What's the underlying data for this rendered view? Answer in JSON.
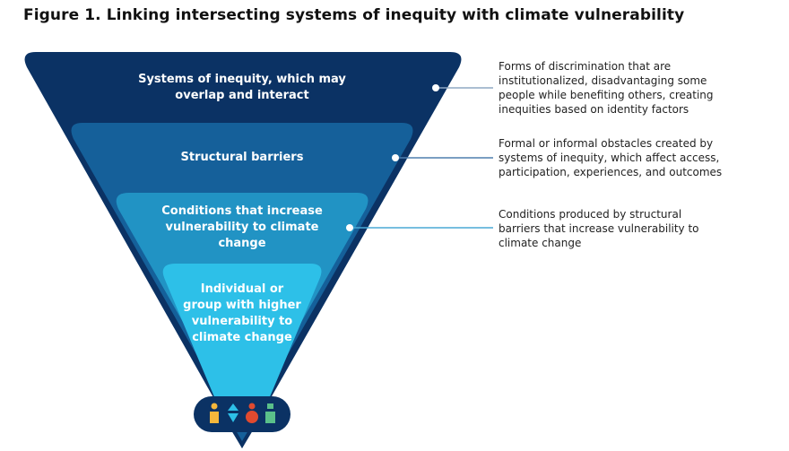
{
  "title": "Figure 1. Linking intersecting systems of inequity with climate vulnerability",
  "layers": [
    {
      "label": "Systems of inequity, which may overlap and interact",
      "description": "Forms of discrimination that are institutionalized, disadvantaging some people while benefiting others, creating inequities based on identity factors",
      "color": "#0b3264"
    },
    {
      "label": "Structural barriers",
      "description": "Formal or informal obstacles created by systems of inequity, which affect access, participation, experiences, and outcomes",
      "color": "#15609a"
    },
    {
      "label": "Conditions that increase vulnerability to climate change",
      "description": "Conditions produced by structural barriers that increase vulnerability to climate change",
      "color": "#2193c4"
    },
    {
      "label": "Individual or group with higher vulnerability to climate change",
      "color": "#2dc0e8"
    }
  ],
  "icons": [
    "person-yellow-icon",
    "diamond-blue-icon",
    "person-red-icon",
    "person-green-icon"
  ]
}
